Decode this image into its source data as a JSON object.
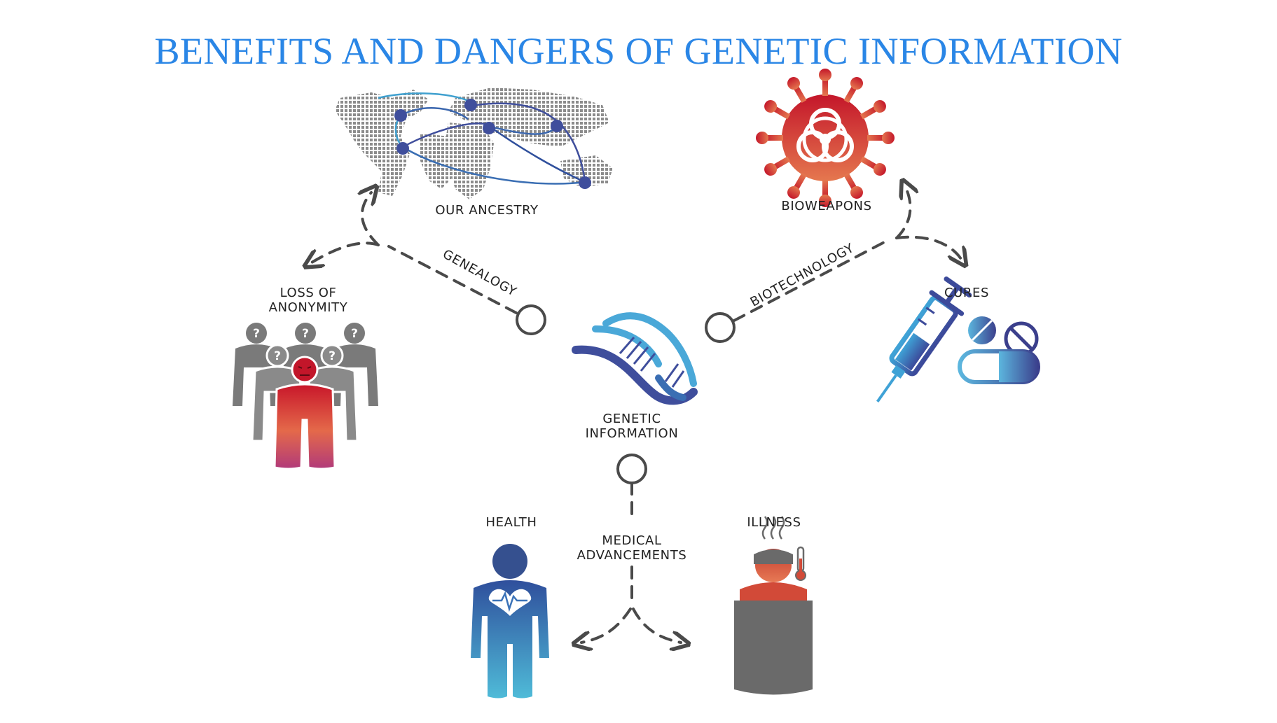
{
  "title": "BENEFITS AND DANGERS OF GENETIC INFORMATION",
  "center": {
    "line1": "GENETIC",
    "line2": "INFORMATION"
  },
  "nodes": {
    "ancestry": "OUR ANCESTRY",
    "loss_of_anonymity": {
      "line1": "LOSS OF",
      "line2": "ANONYMITY"
    },
    "bioweapons": "BIOWEAPONS",
    "cures": "CURES",
    "health": "HEALTH",
    "illness": "ILLNESS"
  },
  "connectors": {
    "genealogy": "GENEALOGY",
    "biotechnology": "BIOTECHNOLOGY",
    "medical": {
      "line1": "MEDICAL",
      "line2": "ADVANCEMENTS"
    }
  },
  "colors": {
    "title_blue": "#2a86e6",
    "dna_purple": "#3f4e9c",
    "health_blue": "#3b73b8",
    "danger_red": "#c8362d",
    "gray": "#6a6a6a",
    "dash": "#4a4a4a"
  },
  "icons": [
    "world-map-icon",
    "biohazard-virus-icon",
    "people-crowd-icon",
    "dna-helix-icon",
    "syringe-icon",
    "pills-icon",
    "healthy-person-icon",
    "sick-person-icon",
    "thermometer-icon"
  ]
}
